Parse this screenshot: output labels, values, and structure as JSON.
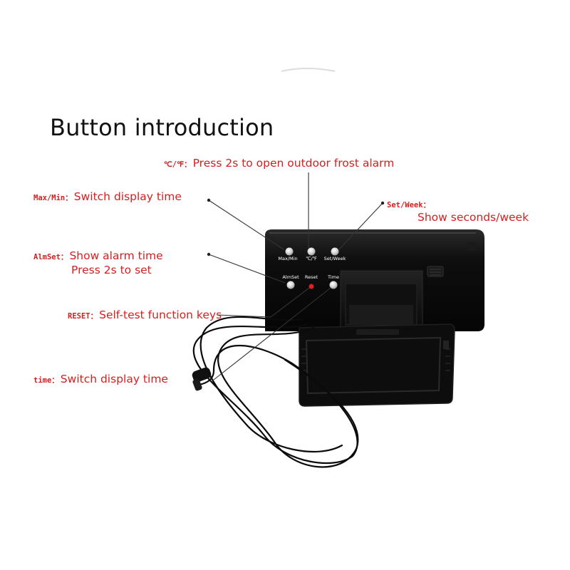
{
  "title": "Button introduction",
  "labels": {
    "cf": {
      "code": "℃/℉：",
      "desc": "Press 2s to open outdoor frost alarm"
    },
    "maxmin": {
      "code": "Max/Min：",
      "desc": "Switch display time"
    },
    "setweek": {
      "code": "Set/Week：",
      "desc": "Show seconds/week"
    },
    "almset": {
      "code": "AlmSet：",
      "desc": "Show alarm time",
      "desc2": "Press 2s to set"
    },
    "reset": {
      "code": "RESET：",
      "desc": "Self-test function keys"
    },
    "time": {
      "code": "time：",
      "desc": "Switch display time"
    }
  },
  "device_buttons": {
    "maxmin": "Max/Min",
    "cf": "℃/℉",
    "setweek": "Set/Week",
    "almset": "AlmSet",
    "reset": "Reset",
    "time": "Time"
  },
  "colors": {
    "label_red": "#d42020",
    "device_body": "#0c0c0c",
    "reset_button": "#e02020"
  }
}
